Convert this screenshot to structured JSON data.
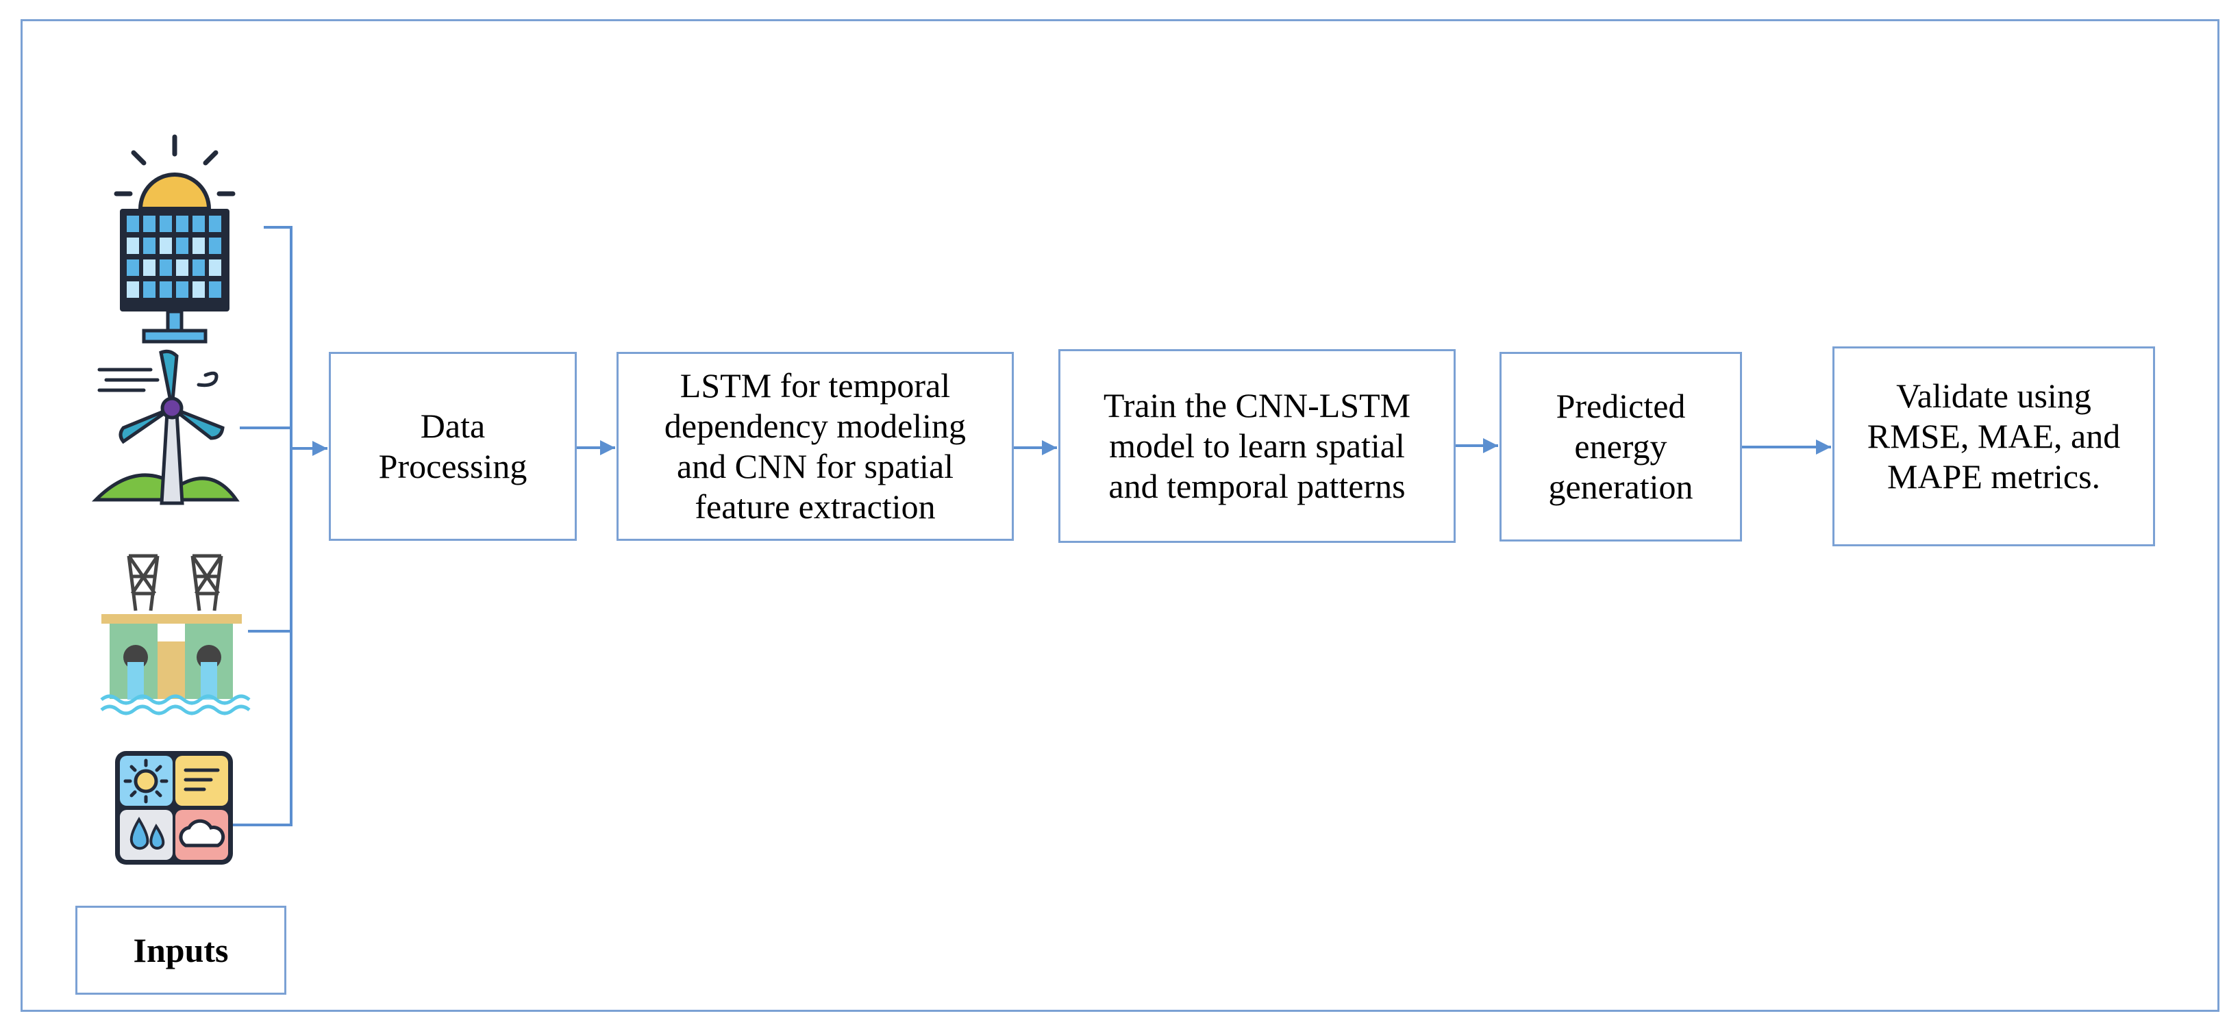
{
  "colors": {
    "frame": "#7ba1d4",
    "connector": "#5b8fd0",
    "text": "#000000"
  },
  "nodes": {
    "inputs_label": "Inputs",
    "data_processing": [
      "Data",
      "Processing"
    ],
    "lstm_cnn": [
      "LSTM for temporal",
      "dependency modeling",
      "and CNN for spatial",
      "feature extraction"
    ],
    "train": [
      "Train the CNN-LSTM",
      "model to learn spatial",
      "and temporal patterns"
    ],
    "predicted": [
      "Predicted",
      "energy",
      "generation"
    ],
    "validate": [
      "Validate using",
      "RMSE, MAE, and",
      "MAPE metrics."
    ]
  },
  "icons": [
    "solar-panel-icon",
    "wind-turbine-icon",
    "hydro-dam-icon",
    "weather-icon"
  ]
}
